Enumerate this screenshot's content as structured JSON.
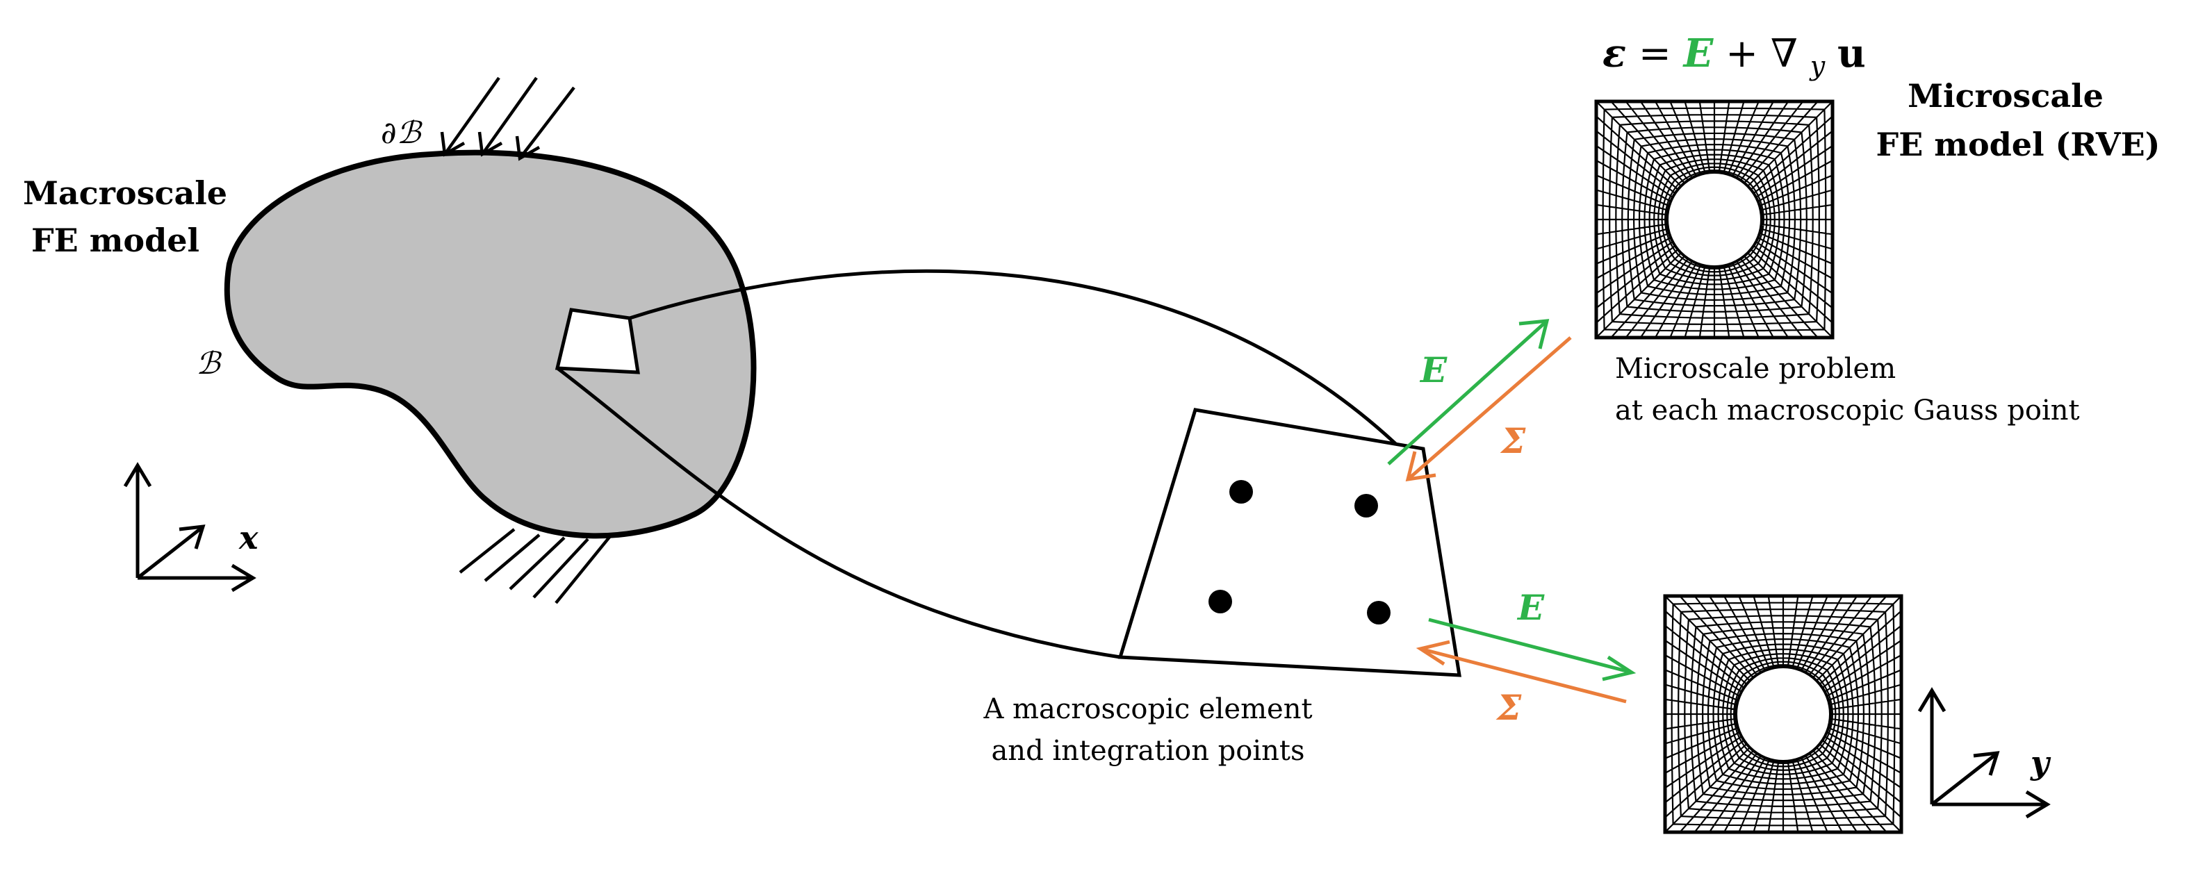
{
  "macro": {
    "title_line1": "Macroscale",
    "title_line2": "FE model",
    "boundary_label": "∂ℬ",
    "body_label": "ℬ",
    "coord_label": "x"
  },
  "micro": {
    "title_line1": "Microscale",
    "title_line2": "FE model (RVE)",
    "coord_label": "y",
    "problem_line1": "Microscale problem",
    "problem_line2": "at each macroscopic Gauss point"
  },
  "equation": {
    "eps": "ε",
    "equals": " = ",
    "E": "E",
    "plus": " + ∇",
    "sub": "y",
    "u": "u"
  },
  "element": {
    "caption_line1": "A macroscopic element",
    "caption_line2": "and integration points"
  },
  "arrows": {
    "strain_label": "E",
    "stress_label": "Σ"
  },
  "colors": {
    "strain": "#2db34a",
    "stress": "#ea7d3a",
    "body_fill": "#c0c0c0",
    "ink": "#000000"
  }
}
